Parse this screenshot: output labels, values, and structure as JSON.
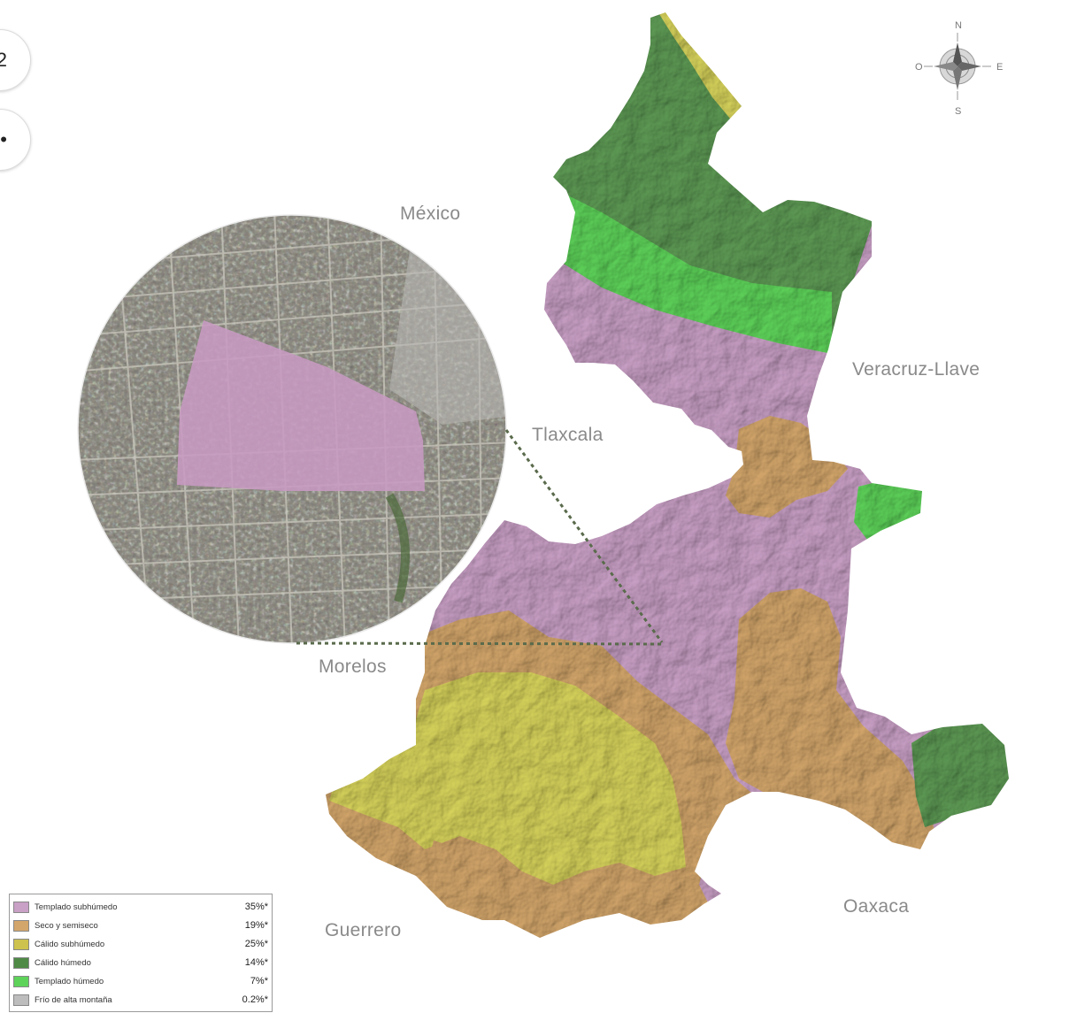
{
  "controls": {
    "top_button_glyph": "2",
    "second_button_glyph": "•"
  },
  "compass": {
    "n": "N",
    "s": "S",
    "e": "E",
    "w": "O"
  },
  "states": {
    "mexico": "México",
    "veracruz": "Veracruz-Llave",
    "tlaxcala": "Tlaxcala",
    "morelos": "Morelos",
    "guerrero": "Guerrero",
    "oaxaca": "Oaxaca"
  },
  "legend": {
    "items": [
      {
        "label": "Templado subhúmedo",
        "percent": "35%*",
        "color": "#c9a0c6"
      },
      {
        "label": "Seco y semiseco",
        "percent": "19%*",
        "color": "#d3a66b"
      },
      {
        "label": "Cálido subhúmedo",
        "percent": "25%*",
        "color": "#cdc24e"
      },
      {
        "label": "Cálido húmedo",
        "percent": "14%*",
        "color": "#4f8a46"
      },
      {
        "label": "Templado húmedo",
        "percent": "7%*",
        "color": "#5ed35a"
      },
      {
        "label": "Frío de alta montaña",
        "percent": "0.2%*",
        "color": "#bdbdbd"
      }
    ]
  },
  "colors": {
    "templado_subhumedo": "#c9a0c6",
    "seco_semiseco": "#d3a66b",
    "calido_subhumedo": "#d7d35c",
    "calido_humedo": "#5e9a55",
    "templado_humedo": "#5ed35a",
    "dotted_line": "#5a6b4c"
  }
}
